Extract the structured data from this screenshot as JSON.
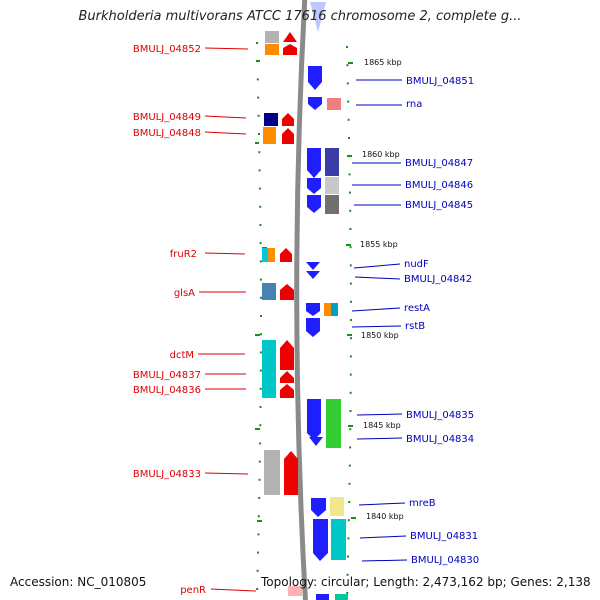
{
  "title": "Burkholderia multivorans ATCC 17616 chromosome 2, complete g...",
  "accession": "Accession: NC_010805",
  "topology": "Topology: circular; Length: 2,473,162 bp; Genes: 2,138",
  "colors": {
    "left_labels": "#dd0000",
    "right_labels": "#0000bb",
    "backbone": "#8a8a8a",
    "tick": "#1a8f1a"
  },
  "kbp_marks": [
    "1865 kbp",
    "1860 kbp",
    "1855 kbp",
    "1850 kbp",
    "1845 kbp",
    "1840 kbp"
  ],
  "left_genes": [
    "BMULJ_04852",
    "BMULJ_04849",
    "BMULJ_04848",
    "fruR2",
    "glsA",
    "dctM",
    "BMULJ_04837",
    "BMULJ_04836",
    "BMULJ_04833",
    "penR"
  ],
  "right_genes": [
    "BMULJ_04851",
    "rna",
    "BMULJ_04847",
    "BMULJ_04846",
    "BMULJ_04845",
    "nudF",
    "BMULJ_04842",
    "restA",
    "rstB",
    "BMULJ_04835",
    "BMULJ_04834",
    "mreB",
    "BMULJ_04831",
    "BMULJ_04830"
  ]
}
